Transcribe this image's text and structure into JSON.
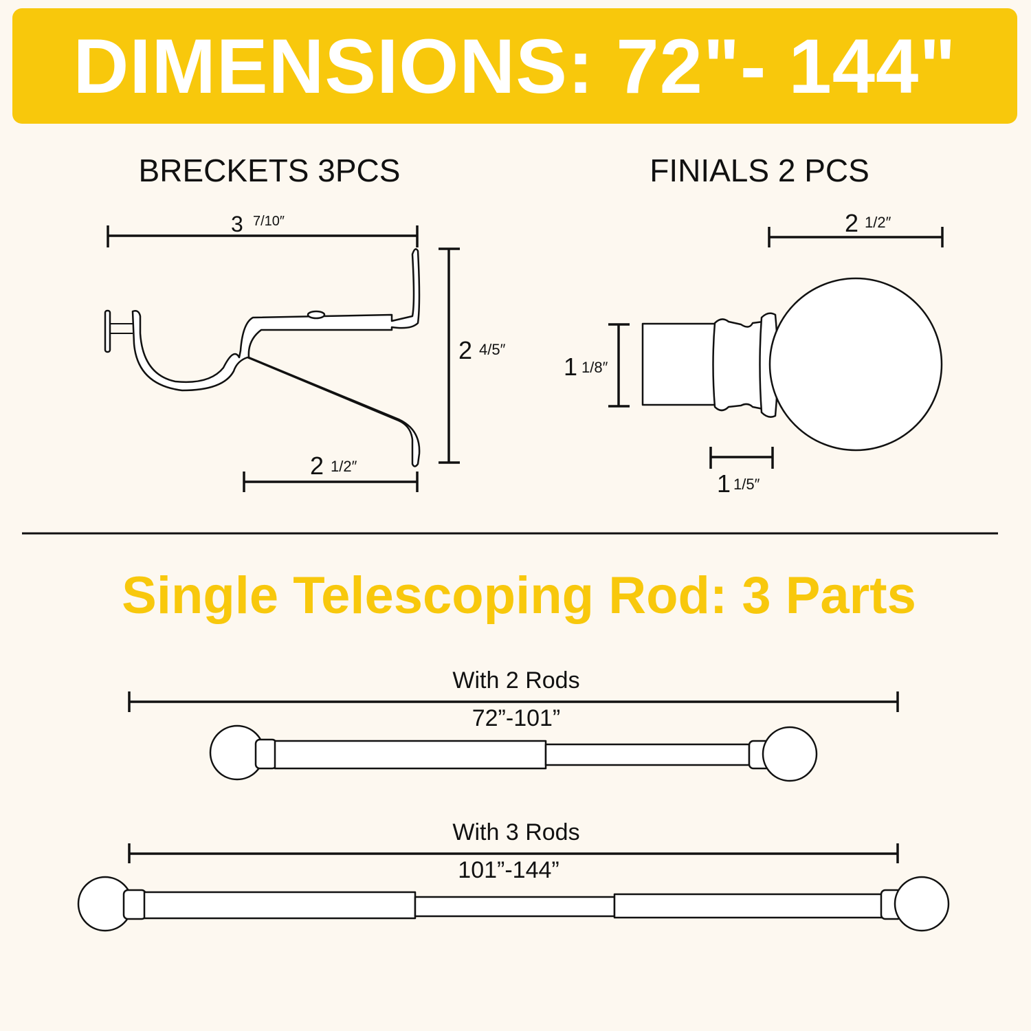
{
  "header": {
    "title": "DIMENSIONS: 72\"- 144\""
  },
  "brackets": {
    "title": "BRECKETS 3PCS",
    "width": {
      "whole": "3",
      "fraction": "7/10″"
    },
    "height": {
      "whole": "2",
      "fraction": "4/5″"
    },
    "depth": {
      "whole": "2",
      "fraction": "1/2″"
    }
  },
  "finials": {
    "title": "FINIALS 2 PCS",
    "length": {
      "whole": "2",
      "fraction": "1/2″"
    },
    "diameter": {
      "whole": "1",
      "fraction": "1/8″"
    },
    "neck": {
      "whole": "1",
      "fraction": "1/5″"
    }
  },
  "rod": {
    "title": "Single Telescoping Rod: 3 Parts",
    "options": [
      {
        "label": "With 2 Rods",
        "range": "72”-101”"
      },
      {
        "label": "With 3 Rods",
        "range": "101”-144”"
      }
    ]
  },
  "colors": {
    "accent": "#f8c80c",
    "background": "#fdf8f0"
  }
}
